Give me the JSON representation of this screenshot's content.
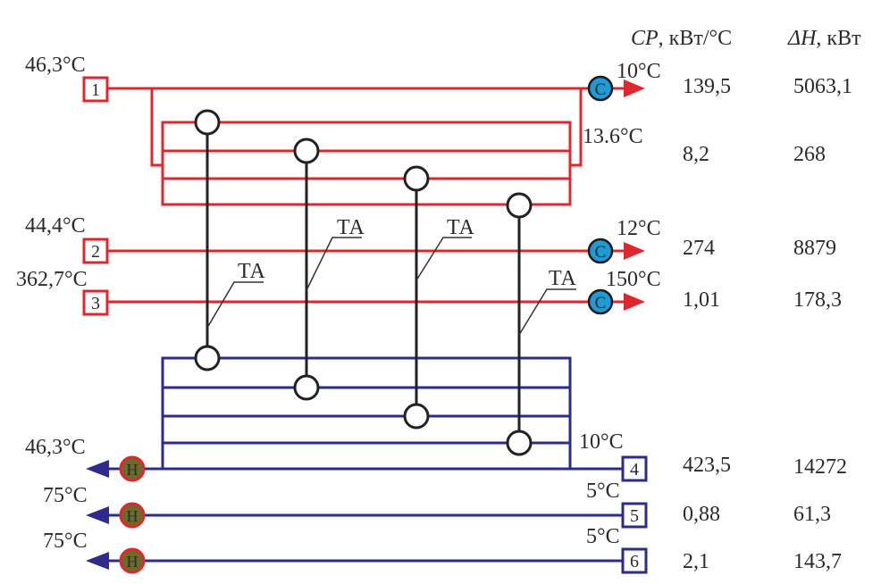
{
  "header": {
    "cp_label_italic": "CP",
    "cp_label_rest": ", кВт/°C",
    "dh_label_italic": "ΔH",
    "dh_label_rest": ", кВт"
  },
  "hot_streams": [
    {
      "id": "1",
      "t_in": "46,3°C",
      "t_out": "10°C",
      "utility": "C",
      "cp": "139,5",
      "dh": "5063,1"
    },
    {
      "id": "1-split",
      "t_out": "13.6°C",
      "cp": "8,2",
      "dh": "268"
    },
    {
      "id": "2",
      "t_in": "44,4°C",
      "t_out": "12°C",
      "utility": "C",
      "cp": "274",
      "dh": "8879"
    },
    {
      "id": "3",
      "t_in": "362,7°C",
      "t_out": "150°C",
      "utility": "C",
      "cp": "1,01",
      "dh": "178,3"
    }
  ],
  "cold_streams": [
    {
      "id": "4",
      "t_in": "10°C",
      "t_out": "46,3°C",
      "utility": "Н",
      "cp": "423,5",
      "dh": "14272"
    },
    {
      "id": "5",
      "t_in": "5°C",
      "t_out": "75°C",
      "utility": "Н",
      "cp": "0,88",
      "dh": "61,3"
    },
    {
      "id": "6",
      "t_in": "5°C",
      "t_out": "75°C",
      "utility": "Н",
      "cp": "2,1",
      "dh": "143,7"
    }
  ],
  "exchanger_labels": [
    "ТА",
    "ТА",
    "ТА",
    "ТА"
  ],
  "colors": {
    "hot": "#e0262e",
    "cold": "#2e2b8a",
    "cooler_fill": "#1e9ad6",
    "heater_fill": "#6b6a2a",
    "heater_ring": "#e0262e"
  }
}
